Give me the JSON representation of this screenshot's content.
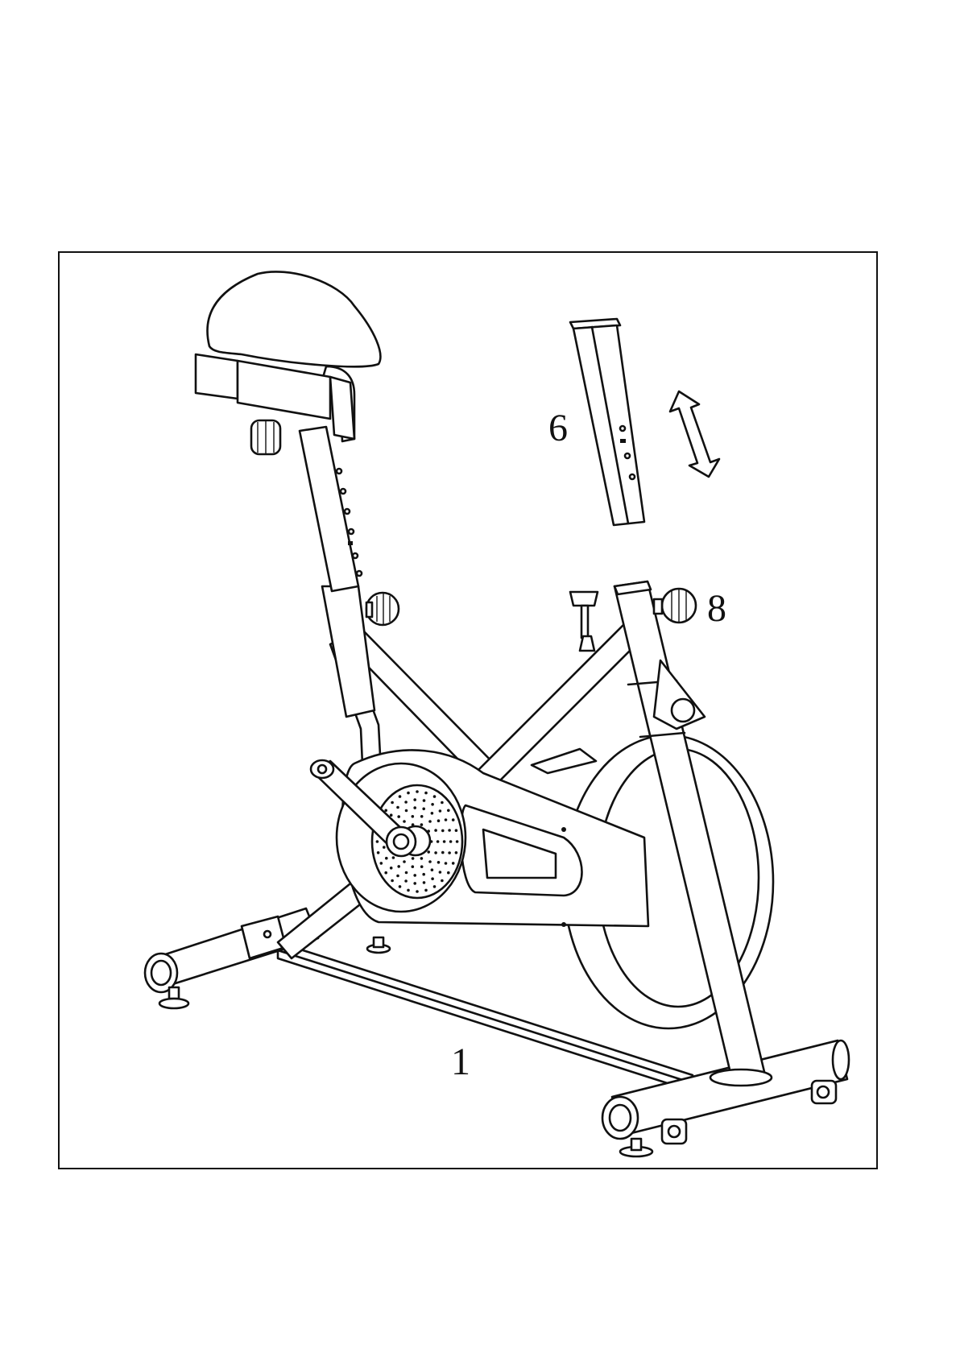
{
  "labels": {
    "seat_post": "6",
    "knob": "8",
    "frame": "1"
  },
  "colors": {
    "ink": "#111111",
    "paper": "#ffffff"
  },
  "icons": [
    "double-arrow-icon"
  ]
}
